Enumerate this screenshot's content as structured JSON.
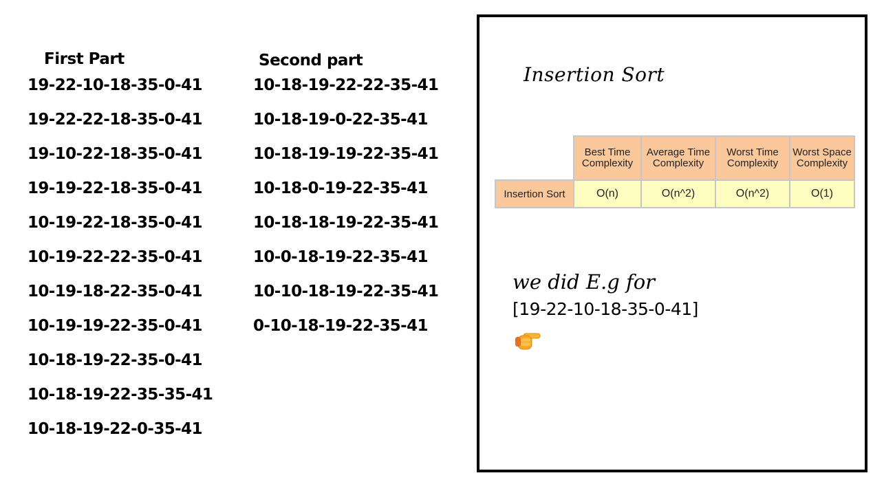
{
  "first_part": {
    "heading": "First Part",
    "rows": [
      "19-22-10-18-35-0-41",
      "19-22-22-18-35-0-41",
      "19-10-22-18-35-0-41",
      "19-19-22-18-35-0-41",
      "10-19-22-18-35-0-41",
      "10-19-22-22-35-0-41",
      "10-19-18-22-35-0-41",
      "10-19-19-22-35-0-41",
      "10-18-19-22-35-0-41",
      "10-18-19-22-35-35-41",
      "10-18-19-22-0-35-41"
    ]
  },
  "second_part": {
    "heading": "Second part",
    "rows": [
      "10-18-19-22-22-35-41",
      "10-18-19-0-22-35-41",
      "10-18-19-19-22-35-41",
      "10-18-0-19-22-35-41",
      "10-18-18-19-22-35-41",
      "10-0-18-19-22-35-41",
      "10-10-18-19-22-35-41",
      "0-10-18-19-22-35-41"
    ]
  },
  "panel": {
    "title": "Insertion Sort",
    "table": {
      "headers": [
        "Best Time Complexity",
        "Average Time Complexity",
        "Worst Time Complexity",
        "Worst Space Complexity"
      ],
      "row_label": "Insertion Sort",
      "values": [
        "O(n)",
        "O(n^2)",
        "O(n^2)",
        "O(1)"
      ]
    },
    "note_line1": "we did E.g for",
    "note_line2": "[19-22-10-18-35-0-41]",
    "icon": "pointing-hand-icon",
    "colors": {
      "header_bg": "#fbc89c",
      "cell_bg": "#fdfdc0"
    }
  }
}
